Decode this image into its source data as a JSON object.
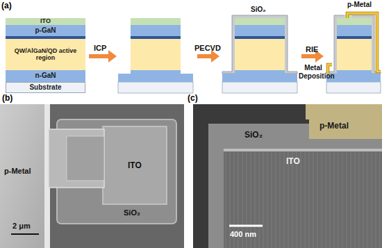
{
  "diagram": {
    "nodes": [
      {
        "text": [
          "ITO"
        ]
      },
      {
        "text": [
          "p-GaN"
        ]
      },
      {
        "text": [
          "QW/AlGaN/QD active region"
        ]
      },
      {
        "text": [
          "n-GaN"
        ]
      },
      {
        "text": [
          "Substrate"
        ]
      }
    ],
    "labels": [
      "(a)",
      "ICP",
      "PECVD",
      "SiO₂",
      "RIE",
      "Metal Deposition",
      "p-Metal",
      "(b)",
      "p-Metal",
      "ITO",
      "SiO₂",
      "2 μm",
      "(c)",
      "SiO₂",
      "p-Metal",
      "ITO",
      "400 nm"
    ]
  }
}
